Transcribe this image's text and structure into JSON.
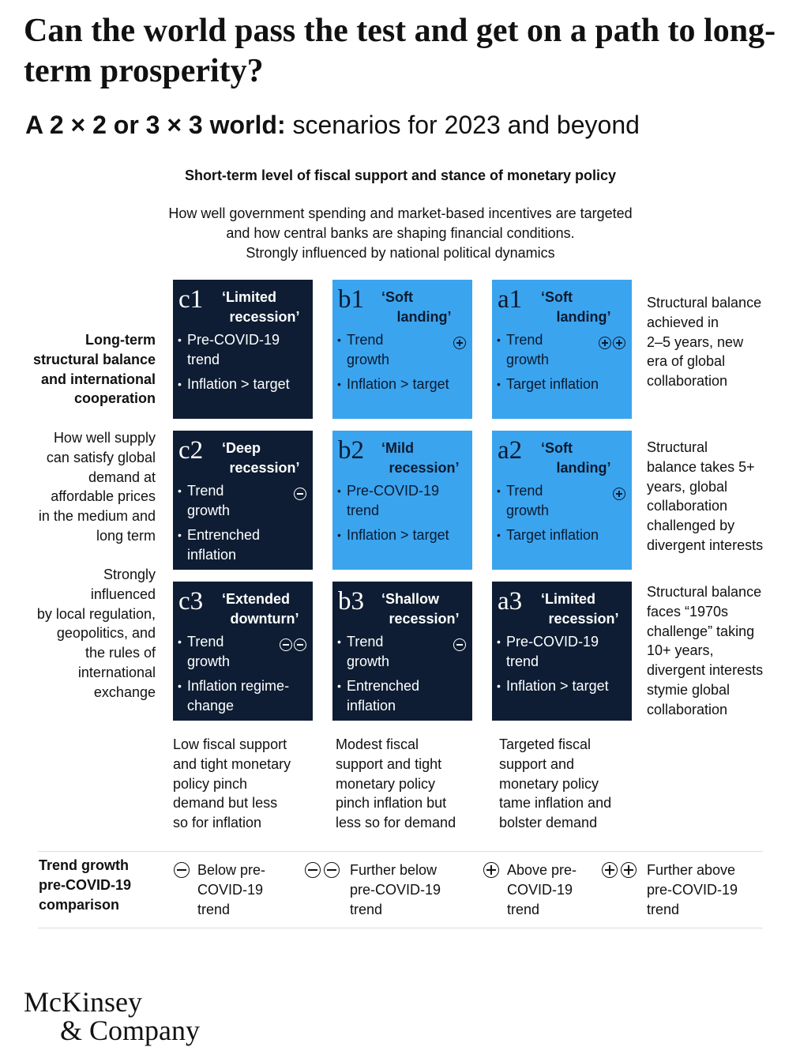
{
  "title": "Can the world pass the test and get on a path to long-term prosperity?",
  "subtitle": {
    "bold": "A 2 × 2 or 3 × 3 world:",
    "rest": " scenarios for 2023 and beyond"
  },
  "axis_top": {
    "title": "Short-term level of fiscal support and stance of monetary policy",
    "lines": [
      "How well government spending and market-based incentives are targeted",
      "and how central banks are shaping financial conditions.",
      "Strongly influenced by national political dynamics"
    ]
  },
  "axis_left": {
    "title_lines": [
      "Long-term",
      "structural balance",
      "and international",
      "cooperation"
    ],
    "desc1_lines": [
      "How well supply",
      "can satisfy global",
      "demand at",
      "affordable prices",
      "in the medium and",
      "long term"
    ],
    "desc2_lines": [
      "Strongly",
      "influenced",
      "by local regulation,",
      "geopolitics, and",
      "the rules of",
      "international",
      "exchange"
    ]
  },
  "row_labels": [
    [
      "Structural balance",
      "achieved in",
      "2–5 years, new",
      "era of global",
      "collaboration"
    ],
    [
      "Structural",
      "balance takes 5+",
      "years, global",
      "collaboration",
      "challenged by",
      "divergent interests"
    ],
    [
      "Structural balance",
      "faces “1970s",
      "challenge” taking",
      "10+ years,",
      "divergent interests",
      "stymie global",
      "collaboration"
    ]
  ],
  "colors": {
    "dark": "#0e1d33",
    "light": "#3ba4ee"
  },
  "cells": [
    {
      "code": "c1",
      "name1": "‘Limited",
      "name2": "recession’",
      "style": "dark",
      "growth_icons": [],
      "bullets": [
        [
          "Pre-COVID-19",
          "trend"
        ],
        [
          "Inflation > target"
        ]
      ]
    },
    {
      "code": "b1",
      "name1": "‘Soft",
      "name2": "landing’",
      "style": "light",
      "growth_icons": [
        "plus-icon"
      ],
      "bullets": [
        [
          "Trend",
          "growth"
        ],
        [
          "Inflation > target"
        ]
      ]
    },
    {
      "code": "a1",
      "name1": "‘Soft",
      "name2": "landing’",
      "style": "light",
      "growth_icons": [
        "plus-icon",
        "plus-icon"
      ],
      "bullets": [
        [
          "Trend",
          "growth"
        ],
        [
          "Target inflation"
        ]
      ]
    },
    {
      "code": "c2",
      "name1": "‘Deep",
      "name2": "recession’",
      "style": "dark",
      "growth_icons": [
        "minus-icon"
      ],
      "bullets": [
        [
          "Trend",
          "growth"
        ],
        [
          "Entrenched",
          "inflation"
        ]
      ]
    },
    {
      "code": "b2",
      "name1": "‘Mild",
      "name2": "recession’",
      "style": "light",
      "growth_icons": [],
      "bullets": [
        [
          "Pre-COVID-19",
          "trend"
        ],
        [
          "Inflation > target"
        ]
      ]
    },
    {
      "code": "a2",
      "name1": "‘Soft",
      "name2": "landing’",
      "style": "light",
      "growth_icons": [
        "plus-icon"
      ],
      "bullets": [
        [
          "Trend",
          "growth"
        ],
        [
          "Target inflation"
        ]
      ]
    },
    {
      "code": "c3",
      "name1": "‘Extended",
      "name2": "downturn’",
      "style": "dark",
      "growth_icons": [
        "minus-icon",
        "minus-icon"
      ],
      "bullets": [
        [
          "Trend",
          "growth"
        ],
        [
          "Inflation regime-",
          "change"
        ]
      ]
    },
    {
      "code": "b3",
      "name1": "‘Shallow",
      "name2": "recession’",
      "style": "dark",
      "growth_icons": [
        "minus-icon"
      ],
      "bullets": [
        [
          "Trend",
          "growth"
        ],
        [
          "Entrenched",
          "inflation"
        ]
      ]
    },
    {
      "code": "a3",
      "name1": "‘Limited",
      "name2": "recession’",
      "style": "dark",
      "growth_icons": [],
      "bullets": [
        [
          "Pre-COVID-19",
          "trend"
        ],
        [
          "Inflation > target"
        ]
      ]
    }
  ],
  "column_labels": [
    [
      "Low fiscal support",
      "and tight monetary",
      "policy pinch",
      "demand but less",
      "so for inflation"
    ],
    [
      "Modest fiscal",
      "support and tight",
      "monetary policy",
      "pinch inflation but",
      "less so for demand"
    ],
    [
      "Targeted fiscal",
      "support and",
      "monetary policy",
      "tame inflation and",
      "bolster demand"
    ]
  ],
  "legend": {
    "title_lines": [
      "Trend growth",
      "pre-COVID-19",
      "comparison"
    ],
    "items": [
      {
        "icons": [
          "minus-icon"
        ],
        "lines": [
          "Below pre-",
          "COVID-19",
          "trend"
        ]
      },
      {
        "icons": [
          "minus-icon",
          "minus-icon"
        ],
        "lines": [
          "Further below",
          "pre-COVID-19",
          "trend"
        ]
      },
      {
        "icons": [
          "plus-icon"
        ],
        "lines": [
          "Above pre-",
          "COVID-19",
          "trend"
        ]
      },
      {
        "icons": [
          "plus-icon",
          "plus-icon"
        ],
        "lines": [
          "Further above",
          "pre-COVID-19",
          "trend"
        ]
      }
    ]
  },
  "logo": {
    "line1": "McKinsey",
    "line2": "& Company"
  }
}
